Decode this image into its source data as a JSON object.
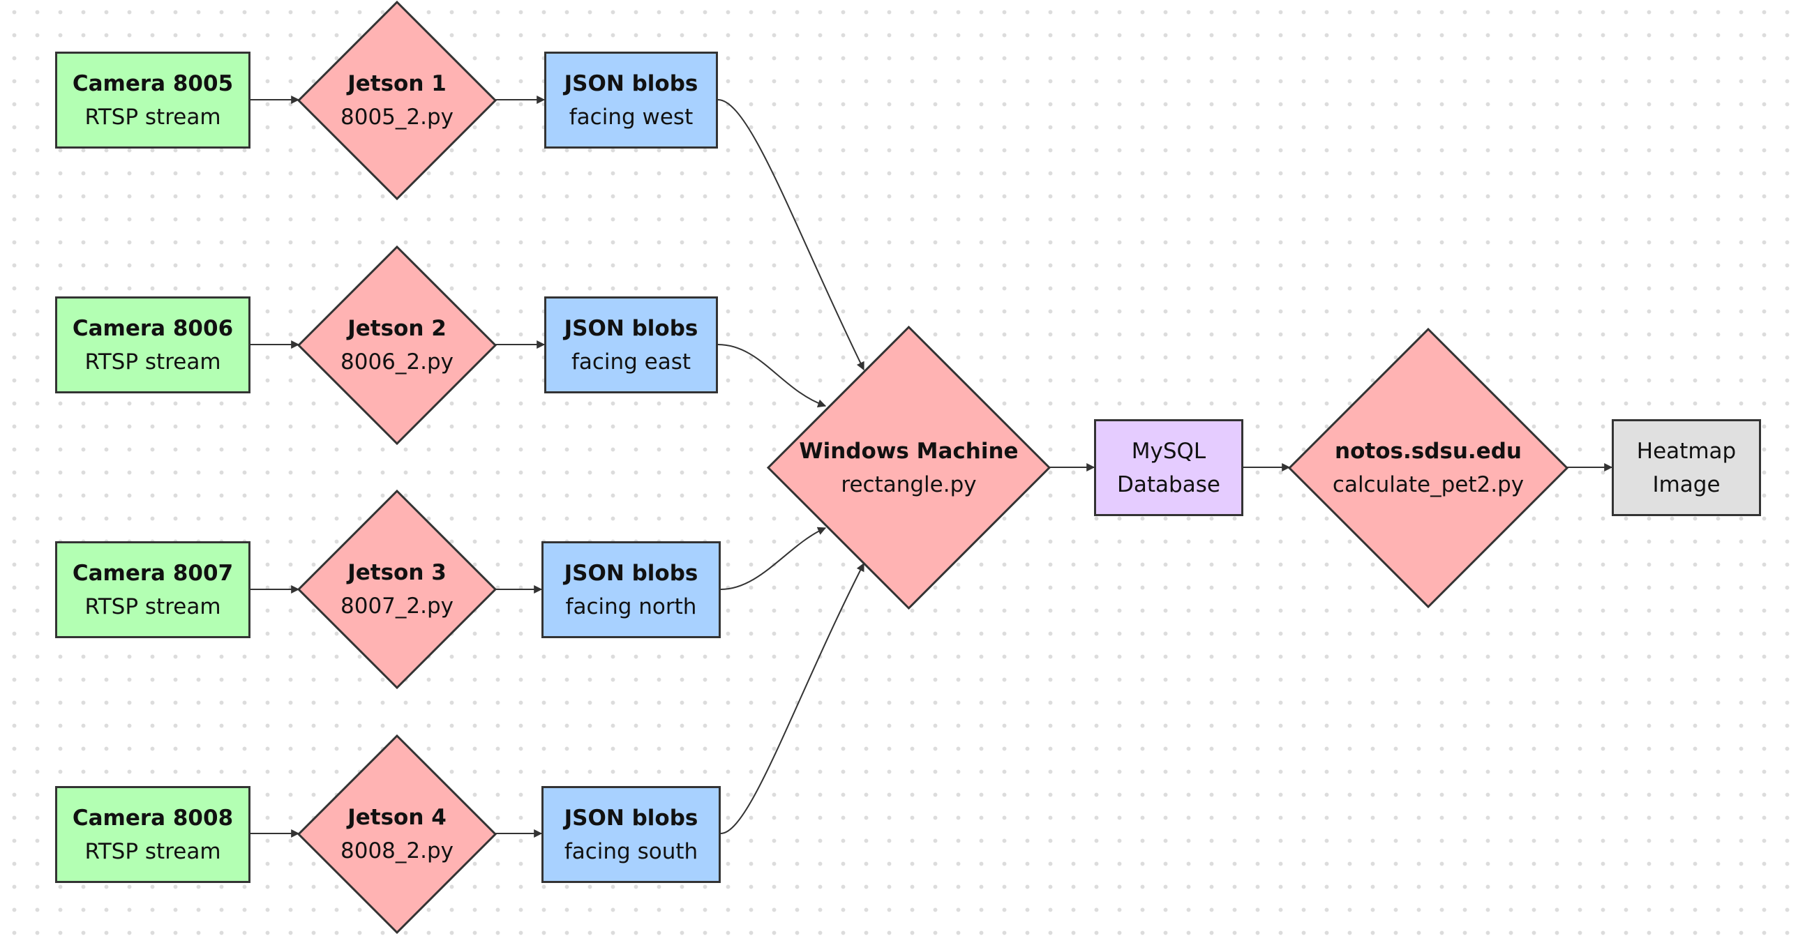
{
  "colors": {
    "camera": "#b3ffb3",
    "jetson": "#ffb3b3",
    "json": "#a8d1ff",
    "database": "#e5ccff",
    "heatmap": "#e0e0e0",
    "stroke": "#333333"
  },
  "cameras": [
    {
      "title": "Camera 8005",
      "sub": "RTSP stream"
    },
    {
      "title": "Camera 8006",
      "sub": "RTSP stream"
    },
    {
      "title": "Camera 8007",
      "sub": "RTSP stream"
    },
    {
      "title": "Camera 8008",
      "sub": "RTSP stream"
    }
  ],
  "jetsons": [
    {
      "title": "Jetson 1",
      "sub": "8005_2.py"
    },
    {
      "title": "Jetson 2",
      "sub": "8006_2.py"
    },
    {
      "title": "Jetson 3",
      "sub": "8007_2.py"
    },
    {
      "title": "Jetson 4",
      "sub": "8008_2.py"
    }
  ],
  "blobs": [
    {
      "title": "JSON blobs",
      "sub": "facing west"
    },
    {
      "title": "JSON blobs",
      "sub": "facing east"
    },
    {
      "title": "JSON blobs",
      "sub": "facing north"
    },
    {
      "title": "JSON blobs",
      "sub": "facing south"
    }
  ],
  "windows": {
    "title": "Windows Machine",
    "sub": "rectangle.py"
  },
  "database": {
    "line1": "MySQL",
    "line2": "Database"
  },
  "notos": {
    "title": "notos.sdsu.edu",
    "sub": "calculate_pet2.py"
  },
  "heatmap": {
    "line1": "Heatmap",
    "line2": "Image"
  }
}
